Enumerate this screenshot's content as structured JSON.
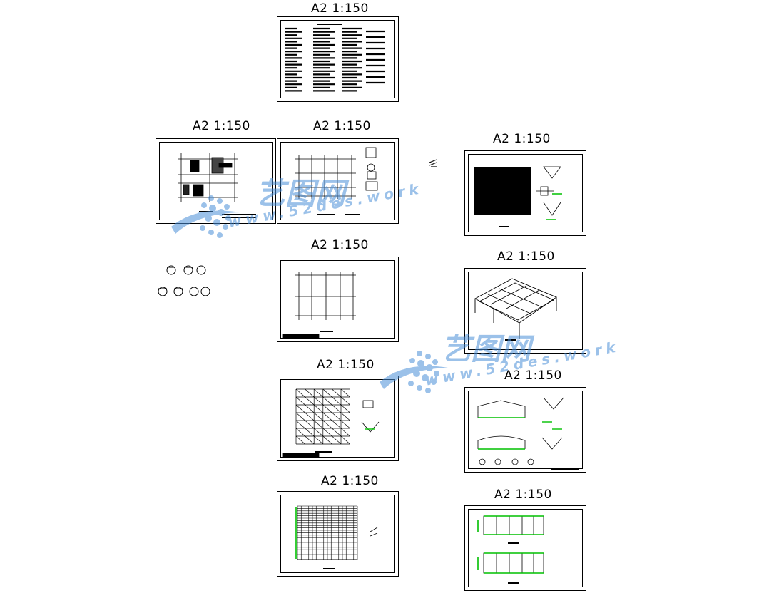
{
  "sheet_label": "A2 1:150",
  "sheets": [
    {
      "id": "notes",
      "label": "A2 1:150"
    },
    {
      "id": "plan-a",
      "label": "A2 1:150"
    },
    {
      "id": "plan-b",
      "label": "A2 1:150"
    },
    {
      "id": "roof-dark",
      "label": "A2 1:150"
    },
    {
      "id": "grid-plan",
      "label": "A2 1:150"
    },
    {
      "id": "axon",
      "label": "A2 1:150"
    },
    {
      "id": "truss-plan",
      "label": "A2 1:150"
    },
    {
      "id": "details",
      "label": "A2 1:150"
    },
    {
      "id": "dense-grid",
      "label": "A2 1:150"
    },
    {
      "id": "elevations",
      "label": "A2 1:150"
    }
  ],
  "watermark": {
    "brand": "艺图网",
    "url": "www.52des.work"
  },
  "colors": {
    "line": "#000000",
    "accent_green": "#00c000",
    "watermark_blue": "#4a8fd8"
  }
}
